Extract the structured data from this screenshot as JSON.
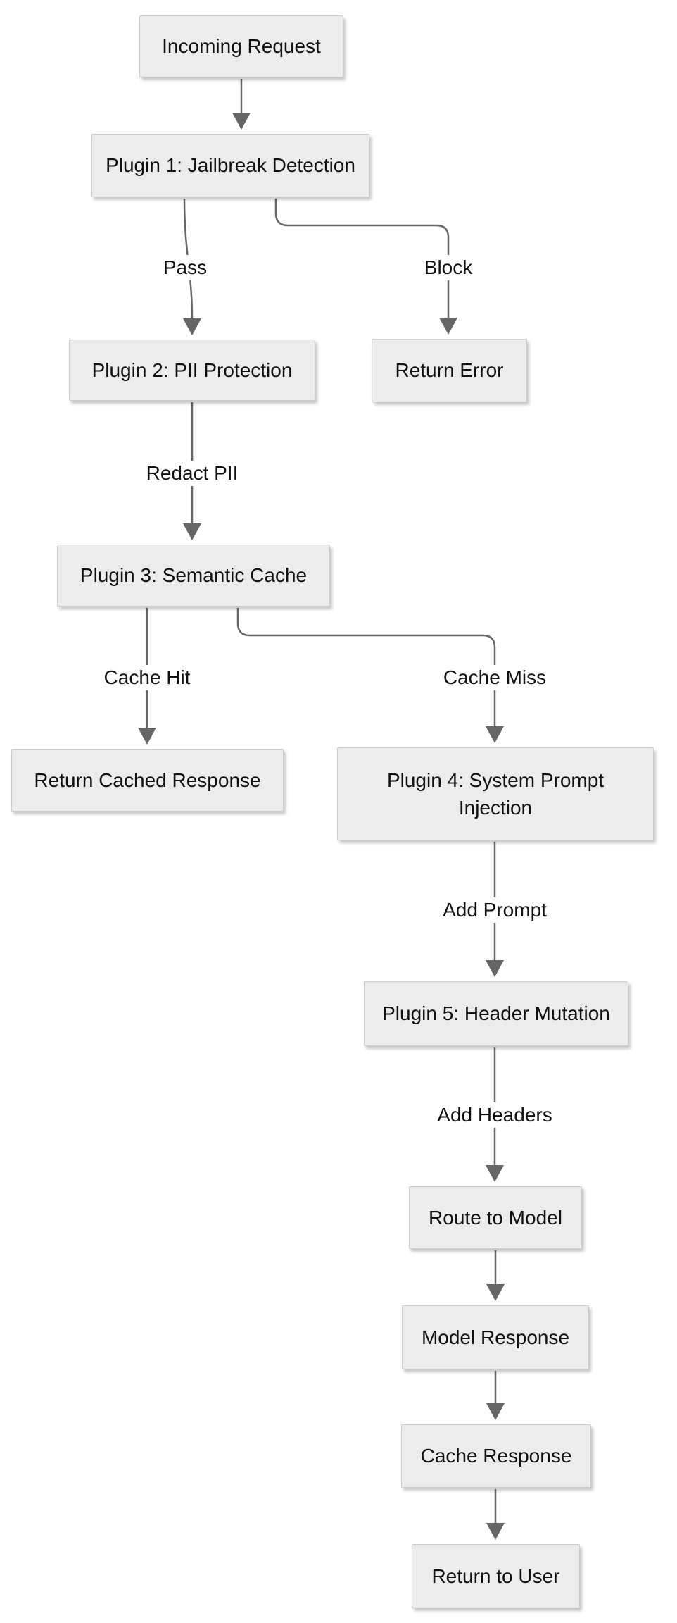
{
  "diagram": {
    "type": "flowchart",
    "direction": "top-down",
    "background": "#ffffff",
    "colors": {
      "node_fill": "#ececec",
      "node_border": "#cccccc",
      "edge_stroke": "#666666",
      "arrowhead_fill": "#666666",
      "text": "#111111",
      "edge_label_background": "#ffffff"
    },
    "nodes": [
      {
        "id": "incoming-request",
        "label": "Incoming Request"
      },
      {
        "id": "plugin-1",
        "label": "Plugin 1: Jailbreak Detection"
      },
      {
        "id": "plugin-2",
        "label": "Plugin 2: PII Protection"
      },
      {
        "id": "return-error",
        "label": "Return Error"
      },
      {
        "id": "plugin-3",
        "label": "Plugin 3: Semantic Cache"
      },
      {
        "id": "return-cached-response",
        "label": "Return Cached Response"
      },
      {
        "id": "plugin-4",
        "label": "Plugin 4: System Prompt Injection"
      },
      {
        "id": "plugin-5",
        "label": "Plugin 5: Header Mutation"
      },
      {
        "id": "route-to-model",
        "label": "Route to Model"
      },
      {
        "id": "model-response",
        "label": "Model Response"
      },
      {
        "id": "cache-response",
        "label": "Cache Response"
      },
      {
        "id": "return-to-user",
        "label": "Return to User"
      }
    ],
    "edges": [
      {
        "from": "incoming-request",
        "to": "plugin-1",
        "label": ""
      },
      {
        "from": "plugin-1",
        "to": "plugin-2",
        "label": "Pass"
      },
      {
        "from": "plugin-1",
        "to": "return-error",
        "label": "Block"
      },
      {
        "from": "plugin-2",
        "to": "plugin-3",
        "label": "Redact PII"
      },
      {
        "from": "plugin-3",
        "to": "return-cached-response",
        "label": "Cache Hit"
      },
      {
        "from": "plugin-3",
        "to": "plugin-4",
        "label": "Cache Miss"
      },
      {
        "from": "plugin-4",
        "to": "plugin-5",
        "label": "Add Prompt"
      },
      {
        "from": "plugin-5",
        "to": "route-to-model",
        "label": "Add Headers"
      },
      {
        "from": "route-to-model",
        "to": "model-response",
        "label": ""
      },
      {
        "from": "model-response",
        "to": "cache-response",
        "label": ""
      },
      {
        "from": "cache-response",
        "to": "return-to-user",
        "label": ""
      }
    ]
  }
}
